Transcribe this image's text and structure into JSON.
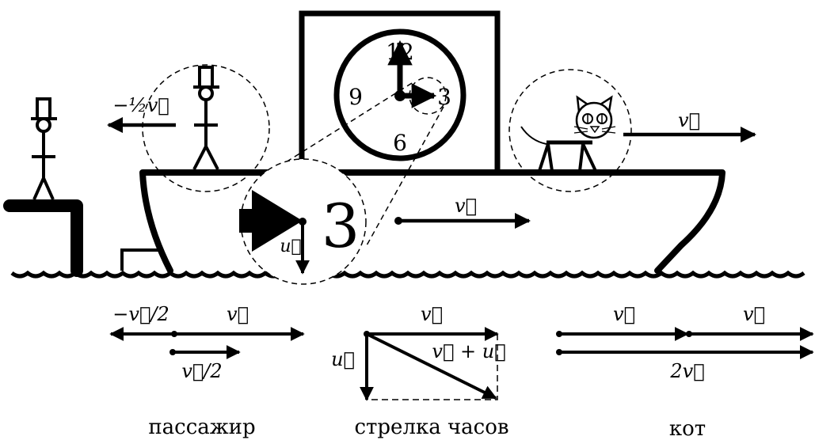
{
  "labels": {
    "passenger_velocity": "−½v⃗",
    "cat_velocity": "v⃗",
    "ship_velocity": "v⃗",
    "hand_velocity": "u⃗",
    "clock_12": "12",
    "clock_3": "3",
    "clock_6": "6",
    "clock_9": "9",
    "zoom_3": "3"
  },
  "diagrams": {
    "passenger": {
      "caption": "пассажир",
      "neg_half_v": "−v⃗/2",
      "v": "v⃗",
      "half_v": "v⃗/2"
    },
    "clock_hand": {
      "caption": "стрелка часов",
      "v": "v⃗",
      "u": "u⃗",
      "sum": "v⃗ + u⃗"
    },
    "cat": {
      "caption": "кот",
      "v1": "v⃗",
      "v2": "v⃗",
      "two_v": "2v⃗"
    }
  }
}
